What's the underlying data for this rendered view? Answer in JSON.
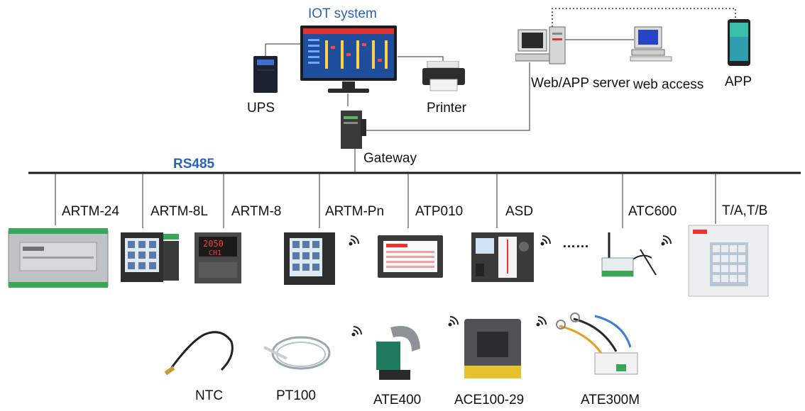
{
  "colors": {
    "accent_blue": "#2a62b8",
    "line": "#333333",
    "screen_blue": "#1f4f9c"
  },
  "top": {
    "iot_title": "IOT system",
    "ups": "UPS",
    "printer": "Printer",
    "gateway": "Gateway",
    "server": "Web/APP server",
    "web_access": "web access",
    "app": "APP"
  },
  "bus": {
    "label": "RS485"
  },
  "devices": [
    {
      "label": "ARTM-24",
      "icon": "din-rail-module"
    },
    {
      "label": "ARTM-8L",
      "icon": "panel-meter-lcd"
    },
    {
      "label": "ARTM-8",
      "icon": "panel-meter-led"
    },
    {
      "label": "ARTM-Pn",
      "icon": "panel-meter-wireless"
    },
    {
      "label": "ATP010",
      "icon": "touch-panel"
    },
    {
      "label": "ASD",
      "icon": "switchgear-controller"
    },
    {
      "label": "ATC600",
      "icon": "wireless-receiver"
    },
    {
      "label": "T/A,T/B",
      "icon": "display-cabinet"
    }
  ],
  "ellipsis": "……",
  "sensors": [
    {
      "label": "NTC",
      "icon": "ntc-probe"
    },
    {
      "label": "PT100",
      "icon": "pt100-probe"
    },
    {
      "label": "ATE400",
      "icon": "clamp-sensor"
    },
    {
      "label": "ACE100-29",
      "icon": "ct-sensor"
    },
    {
      "label": "ATE300M",
      "icon": "ring-sensor"
    }
  ]
}
